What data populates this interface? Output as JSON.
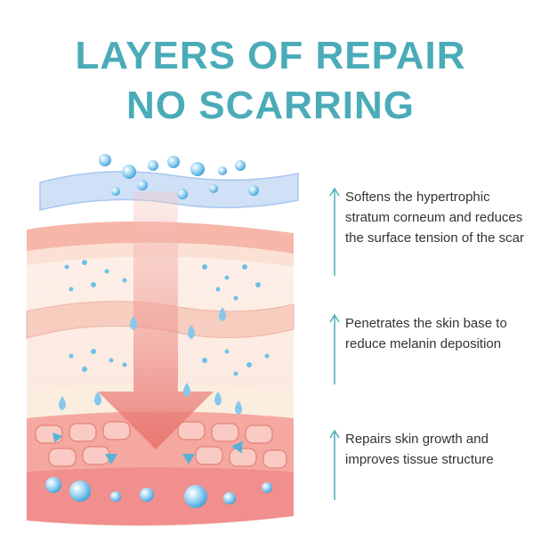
{
  "header": {
    "title_line1": "LAYERS OF REPAIR",
    "title_line2": "NO SCARRING"
  },
  "colors": {
    "title": "#4aacb8",
    "arrow": "#4aacb8",
    "skin_pink": "#f3a7a0",
    "skin_cream": "#fbe9dc",
    "film_blue": "#c8dcf5",
    "droplet": "#6fc0ea",
    "cells": "#e9867c"
  },
  "callouts": [
    {
      "text": "Softens the hypertrophic stratum corneum and reduces the surface tension of the scar"
    },
    {
      "text": "Penetrates the skin base to reduce melanin deposition"
    },
    {
      "text": "Repairs skin growth and improves tissue structure"
    }
  ]
}
